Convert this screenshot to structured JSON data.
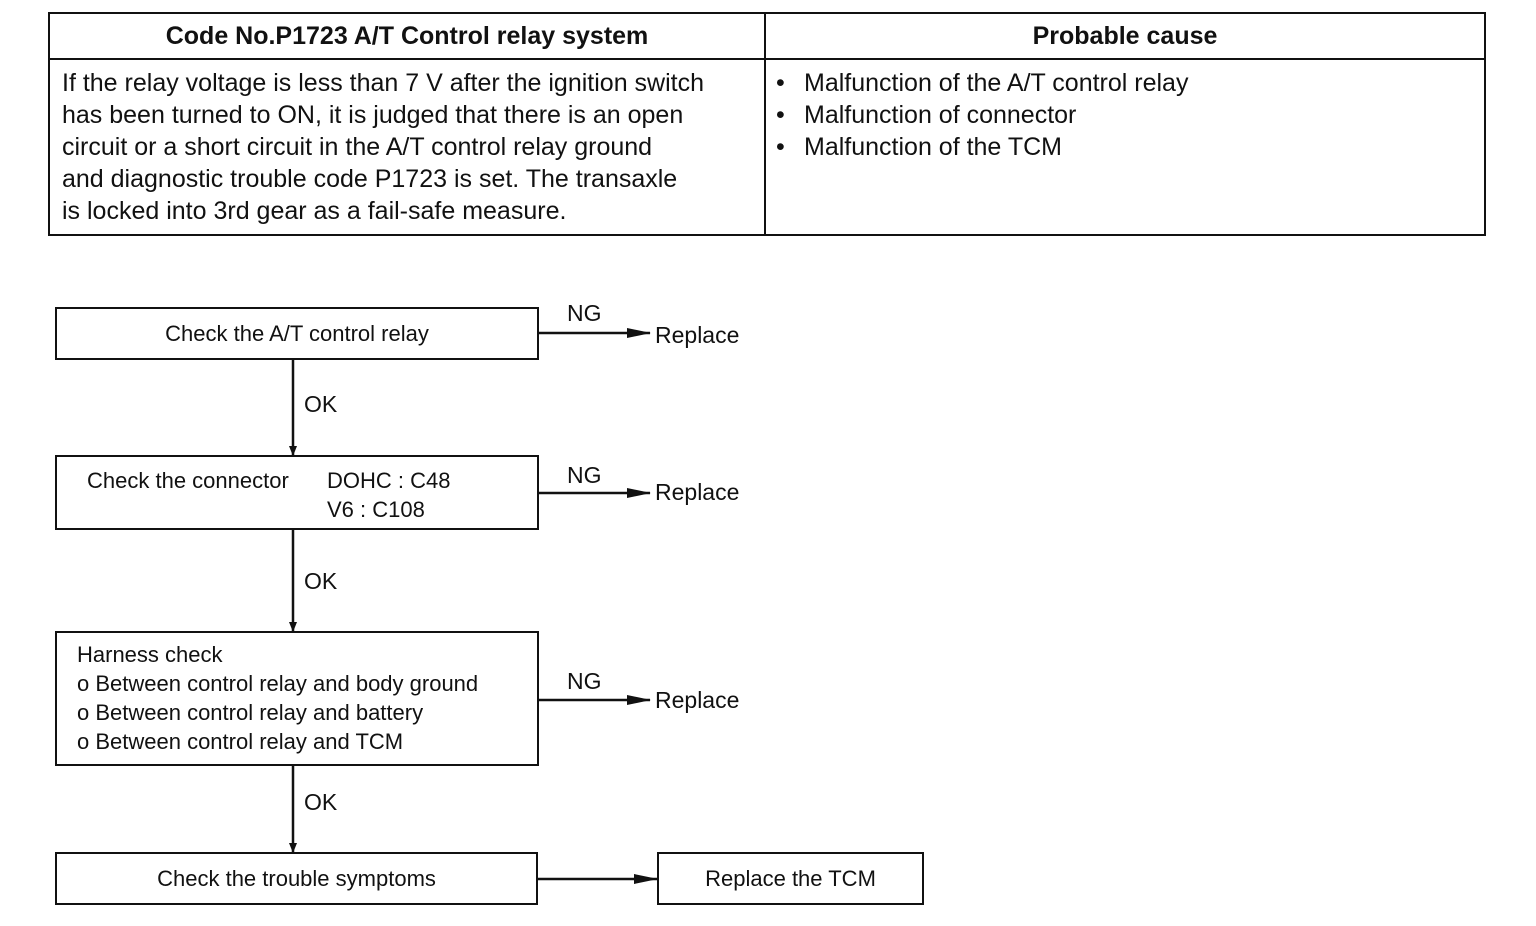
{
  "table": {
    "header_left": "Code No.P1723 A/T Control relay system",
    "header_right": "Probable cause",
    "description_lines": [
      "If the relay voltage is less than 7 V after the ignition switch",
      "has been turned to ON, it is judged that there is an open",
      "circuit or a short circuit in the A/T control relay ground",
      "and diagnostic trouble code P1723 is set. The transaxle",
      "is locked into 3rd gear as a fail-safe measure."
    ],
    "causes": [
      "Malfunction of the A/T control relay",
      "Malfunction of connector",
      "Malfunction of the TCM"
    ]
  },
  "flow": {
    "step1": "Check the A/T control relay",
    "step2_label": "Check the connector",
    "step2_dohc": "DOHC : C48",
    "step2_v6": "V6 : C108",
    "step3_title": "Harness check",
    "step3_items": [
      "o Between control relay and body ground",
      "o Between control relay and battery",
      "o Between control relay and TCM"
    ],
    "step4": "Check the trouble symptoms",
    "final": "Replace the TCM",
    "ng": "NG",
    "ok": "OK",
    "replace": "Replace"
  }
}
